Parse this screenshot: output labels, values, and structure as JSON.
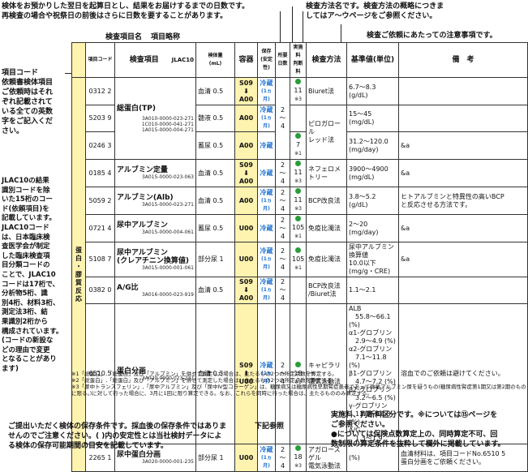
{
  "top_callouts": {
    "specimen_note": "検体をお預かりした翌日を起算日とし、結果をお届けするまでの日数です。\n再検査の場合や祝祭日の前後はさらに日数を要することがあります。",
    "method_note": "検査方法名です。検査方法の概略につきま\nしてはア～ウページをご参照ください。",
    "caution_note": "検査ご依頼にあたっての注意事項です。",
    "item_name_label": "検査項目名",
    "abbr_label": "項目略称"
  },
  "left_callouts": {
    "item_code": "項目コード\n依頼書検体項目\nご依頼時はそれ\nぞれ記載されて\nいる全ての英数\n字をご記入くだ\nさい。",
    "jlac": "JLAC10の結果\n識別コードを除\nいた15桁のコー\nド(依頼項目)を\n記載しています。\nJLAC10コード\nは、日本臨床検\n査医学会が制定\nした臨床検査項\n目分類コードの\nことで、JLAC10\nコードは17桁で、\n分析物5桁、識\n別4桁、材料3桁、\n測定法3桁、結\n果識別2桁から\n構成されています。\n(コードの新設な\nどの理由で変更\nとなることがあり\nます)"
  },
  "headers": {
    "code": "項目コード",
    "item": "検査項目",
    "jlac": "JLAC10",
    "volume": "検体量\n(mL)",
    "container": "容器",
    "storage": "保存\n(安定性)",
    "days": "所要\n日数",
    "fee": "実施料\n判断料",
    "method": "検査方法",
    "ref": "基準値(単位)",
    "note": "備　考"
  },
  "category": [
    "蛋",
    "白",
    "・",
    "膠",
    "質",
    "反",
    "応"
  ],
  "rows": [
    {
      "code": "0312 2",
      "item": "総蛋白(TP)",
      "jlac": "",
      "specimen": "血清",
      "volume": "0.5",
      "container": "S09\n⬇\nA00",
      "storage": "冷蔵",
      "storage_sub": "(1ヵ月)",
      "days": "2～4",
      "fee": "11",
      "fee_sub": "※3",
      "method": "Biuret法",
      "ref": "6.7～8.3\n(g/dL)",
      "note": ""
    },
    {
      "code": "5203 9",
      "item": "",
      "jlac": "",
      "specimen": "髄液",
      "volume": "0.5",
      "container": "A00",
      "storage": "冷蔵",
      "storage_sub": "(1ヵ月)",
      "days": "",
      "fee": "",
      "fee_sub": "",
      "method": "ピロガロール\nレッド法",
      "ref": "15～45\n(mg/dL)",
      "note": ""
    },
    {
      "code": "0246 3",
      "item": "",
      "jlac": "3A010-0000-023-271\n1C010-0000-041-271\n1A015-0000-004-271",
      "specimen": "蓄尿",
      "volume": "0.5",
      "container": "A00",
      "storage": "冷蔵",
      "storage_sub": "",
      "days": "",
      "fee": "7",
      "fee_sub": "※1",
      "method": "",
      "ref": "31.2～120.0\n(mg/day)",
      "note": "&a"
    },
    {
      "code": "0185 4",
      "item": "アルブミン定量",
      "jlac": "3A015-0000-023-063",
      "specimen": "血清",
      "volume": "0.5",
      "container": "S09\n⬇\nA00",
      "storage": "冷蔵",
      "storage_sub": "",
      "days": "2～4",
      "fee": "11",
      "fee_sub": "※3",
      "method": "ネフェロメトリー",
      "ref": "3900～4900\n(mg/dL)",
      "note": "&a"
    },
    {
      "code": "5059 2",
      "item": "アルブミン(Alb)",
      "jlac": "3A015-0000-023-271",
      "specimen": "血清",
      "volume": "0.5",
      "container": "A00",
      "storage": "冷蔵",
      "storage_sub": "(1ヵ月)",
      "days": "2～4",
      "fee": "11",
      "fee_sub": "※3",
      "method": "BCP改良法",
      "ref": "3.8～5.2\n(g/dL)",
      "note": "ヒトアルブミンと特異性の高いBCP\nと反応させる方法です。"
    },
    {
      "code": "0721 4",
      "item": "尿中アルブミン",
      "jlac": "3A015-0000-004-061",
      "specimen": "蓄尿",
      "volume": "0.5",
      "container": "U00",
      "storage": "冷蔵",
      "storage_sub": "",
      "days": "2～4",
      "fee": "105",
      "fee_sub": "※1",
      "method": "免疫比濁法",
      "ref": "2～20\n(mg/day)",
      "note": "&a"
    },
    {
      "code": "5108 7",
      "item": "尿中アルブミン\n(クレアチニン換算値)",
      "jlac": "3A015-0000-001-061",
      "specimen": "部分尿",
      "volume": "1",
      "container": "U00",
      "storage": "冷蔵",
      "storage_sub": "(1ヵ月)",
      "days": "2～4",
      "fee": "105",
      "fee_sub": "※1",
      "method": "免疫比濁法",
      "ref": "尿中アルブミン換算値\n10.0以下\n(mg/g・CRE)",
      "note": "&a"
    },
    {
      "code": "0382 0",
      "item": "A/G比",
      "jlac": "3A016-0000-023-919",
      "specimen": "血清",
      "volume": "0.5",
      "container": "S09\n⬇\nA00",
      "storage": "冷蔵",
      "storage_sub": "(1ヵ月)",
      "days": "2～4",
      "fee": "",
      "fee_sub": "",
      "method": "BCP改良法\n/Biuret法",
      "ref": "1.1～2.1",
      "note": ""
    },
    {
      "code": "6510 5",
      "item": "蛋白分画",
      "jlac": "3A020-0000-023-237",
      "specimen": "血清",
      "volume": "0.3",
      "container": "S09\n⬇\nU00",
      "storage": "冷蔵",
      "storage_sub": "(1ヵ月)",
      "days": "2～4",
      "fee": "18",
      "fee_sub": "※3",
      "method": "キャピラリー\n電気泳動法",
      "ref": "ALB\n　55.8～66.1 (%)\nα1-グロブリン\n　2.9～4.9 (%)\nα2-グロブリン\n　7.1～11.8 (%)\nβ1-グロブリン\n　4.7～7.2 (%)\nβ2-グロブリン\n　3.2～6.5 (%)\nγ-グロブリン\n　11.1～18.8 (%)\nA/G\n　1.3～1.9",
      "note": "溶血でのご依頼は避けてください。"
    },
    {
      "code": "2265 1",
      "item": "尿中蛋白分画",
      "jlac": "3A020-0000-001-235",
      "specimen": "部分尿",
      "volume": "1",
      "container": "U00",
      "storage": "冷蔵",
      "storage_sub": "(1ヵ月)",
      "days": "2～4",
      "fee": "18",
      "fee_sub": "※3",
      "method": "アガロースゲル\n電気泳動法",
      "ref": "(%)",
      "note": "血清材料は、項目コードNo.6510 5\n蛋白分画をご依頼ください。"
    }
  ],
  "footnotes": [
    "※1「総蛋白」,「総蛋白」及び「アルブミン」を併せて測定した場合は、主たるもの2つの所定点数を算定する。",
    "※2「総蛋白」,「総蛋白」及び「アルブミン」を併せて測定した場合は、主たるもの2つの所定点数を算定する。",
    "※3「尿中トランスフェリン」,「尿中アルブミン」及び「尿中Ⅳ型コラーゲン」は、糖尿病又は糖尿病性早期腎症患者であって微量アルブミン尿を疑うもの(糖尿病性腎症第1期又は第2期のものに限る。)に対して行った場合に、3月に1回に限り算定できる。なお、これらを同時に行った場合は、主たるもののみ算定する。"
  ],
  "bottom_callouts": {
    "storage_note": "ご提出いただく検体の保存条件です。採血後の保存条件ではありま\nせんのでご注意ください。( )内の安定性とは当社検討データによ\nる検体の保存可能期間の目安を記載しています。",
    "below_ref": "下記参照",
    "fee_note": "実施料、判断料区分です。※については⑮ページを\nご参照ください。\n●については保険点数算定上の、同時算定不可、回\n数制限の算定条件を抜粋して欄外に掲載しています。"
  }
}
